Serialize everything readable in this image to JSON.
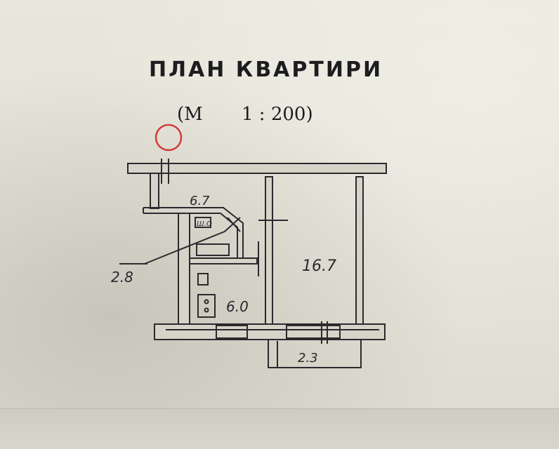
{
  "header": {
    "title": "ПЛАН КВАРТИРИ",
    "scale_open": "(M",
    "scale_ratio": "1 : 200)"
  },
  "plan": {
    "labels": {
      "hall_width": "6.7",
      "bathroom_area": "2.8",
      "room_area": "16.7",
      "kitchen_area": "6.0",
      "balcony": "2.3",
      "bath_symbol": "Ш.О"
    },
    "marker_color": "#d23a3a",
    "ink_color": "#2a2a2e"
  }
}
